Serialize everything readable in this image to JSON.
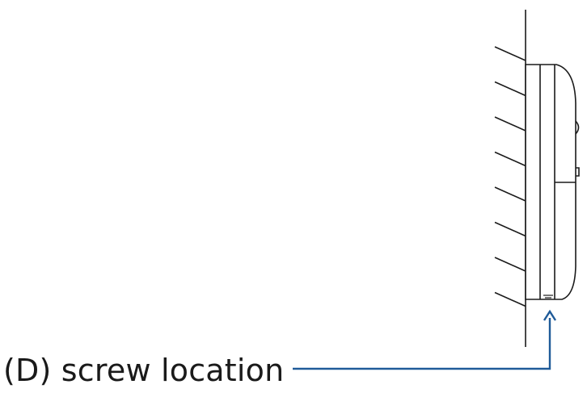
{
  "callout": {
    "label": "(D) screw location",
    "leader_color": "#1f5b99"
  },
  "colors": {
    "line": "#1a1a1a",
    "background": "#ffffff"
  },
  "diagram": {
    "wall_hatch_count": 8,
    "subject": "wall-mounted device side view"
  }
}
